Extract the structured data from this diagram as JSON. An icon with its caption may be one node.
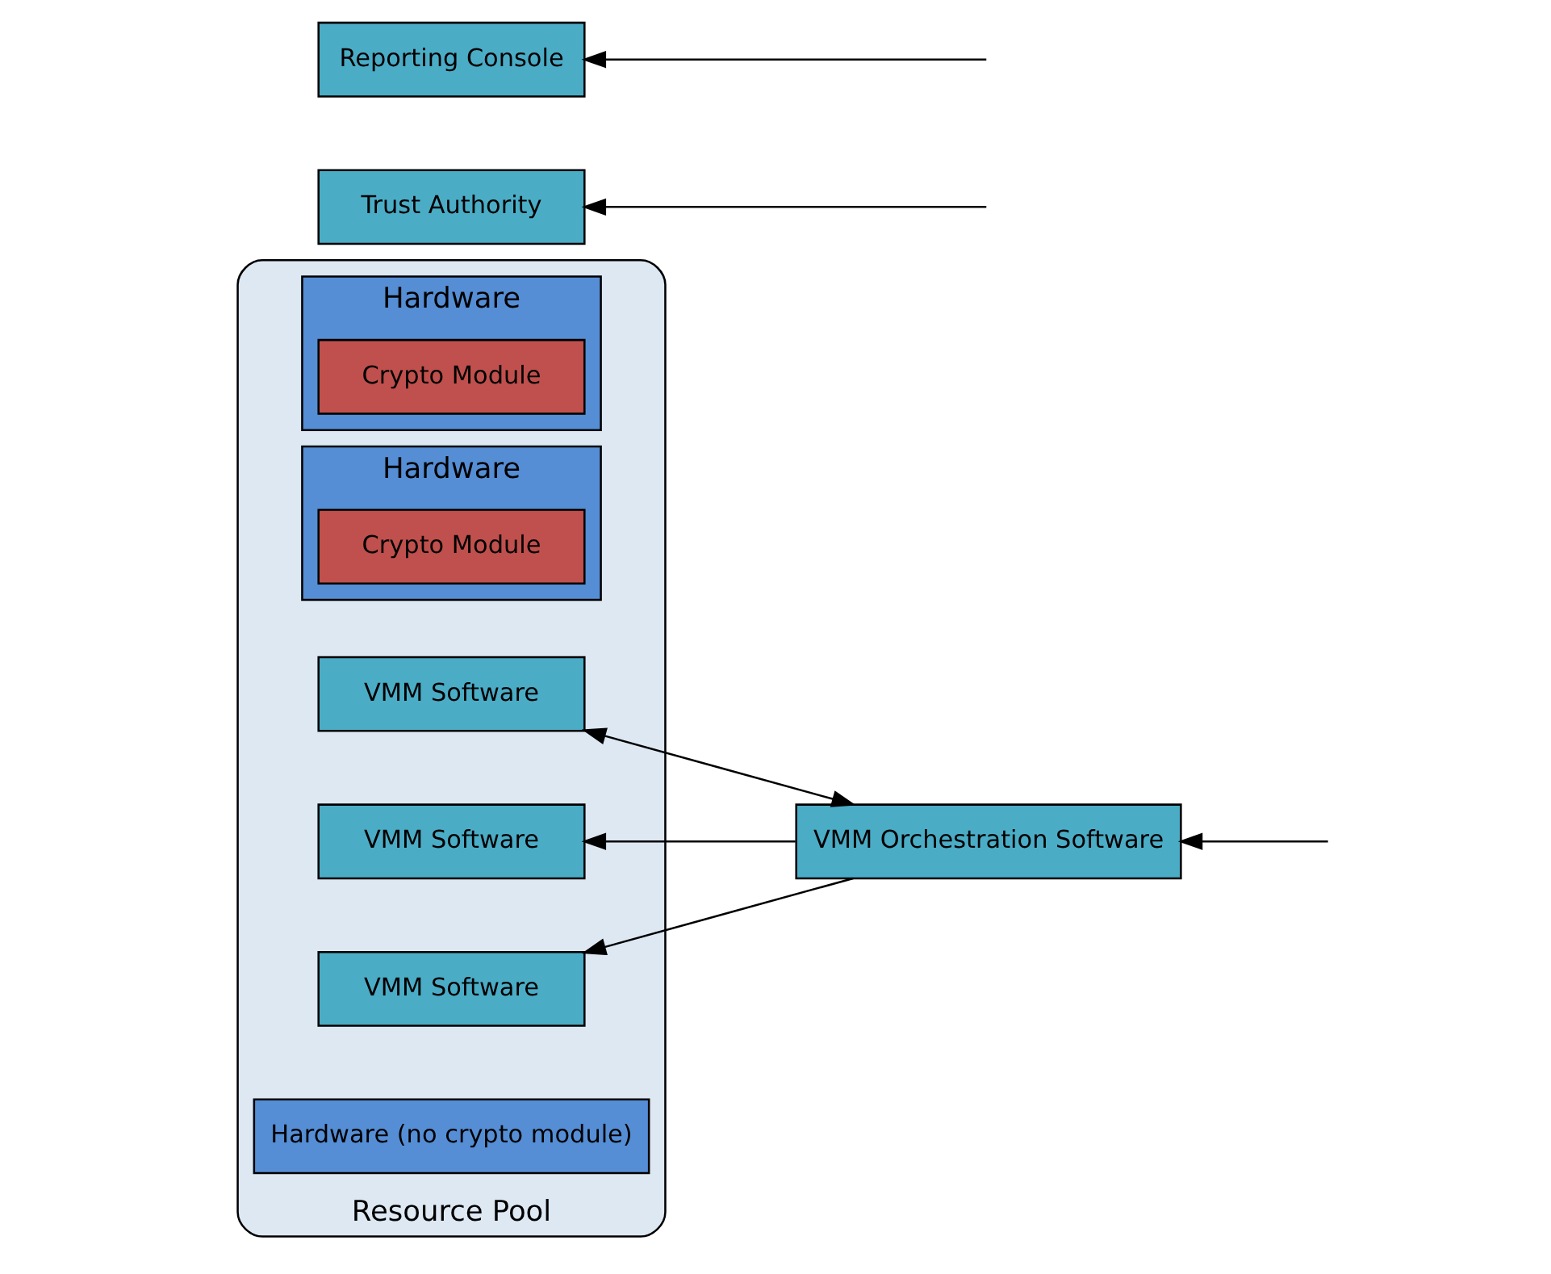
{
  "diagram": {
    "nodes": [
      {
        "text": [
          "Resource Pool"
        ]
      },
      {
        "text": [
          "VMM Software"
        ],
        "in": 0
      },
      {
        "text": [
          "Hardware"
        ],
        "in": 0
      },
      {
        "text": [
          "Crypto Module"
        ],
        "in": 2
      },
      {
        "text": [
          "VMM Software"
        ],
        "in": 0
      },
      {
        "text": [
          "Hardware"
        ],
        "in": 0
      },
      {
        "text": [
          "Crypto Module"
        ],
        "in": 5
      },
      {
        "text": [
          "VMM Software"
        ],
        "in": 0
      },
      {
        "text": [
          "Hardware (no crypto module)"
        ],
        "in": 0
      },
      {
        "text": [
          "VMM Orchestration Software"
        ]
      },
      {
        "text": [
          "Trust Authority"
        ]
      },
      {
        "text": [
          "Reporting Console"
        ]
      }
    ],
    "edges": [
      {
        "from": 9,
        "to": 1,
        "arrow": "both"
      },
      {
        "from": 9,
        "to": 4,
        "arrow": "to"
      },
      {
        "from": 9,
        "to": 7,
        "arrow": "to"
      },
      {
        "from": null,
        "to": 9,
        "arrow": "to"
      },
      {
        "from": null,
        "to": 10,
        "arrow": "to"
      },
      {
        "from": null,
        "to": 11,
        "arrow": "to"
      }
    ]
  }
}
